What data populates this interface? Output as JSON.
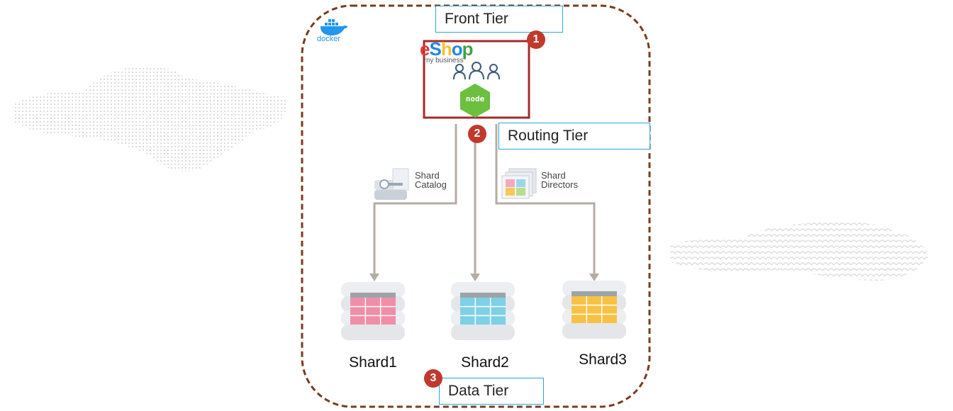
{
  "platform": {
    "logo_text": "docker"
  },
  "app": {
    "logo_parts": [
      "e",
      "S",
      "h",
      "o",
      "p"
    ],
    "tagline": "my business",
    "runtime_label": "node"
  },
  "tiers": {
    "front": "Front Tier",
    "routing": "Routing Tier",
    "data": "Data Tier"
  },
  "badges": [
    "1",
    "2",
    "3"
  ],
  "components": {
    "catalog": {
      "line1": "Shard",
      "line2": "Catalog"
    },
    "directors": {
      "line1": "Shard",
      "line2": "Directors"
    }
  },
  "shards": [
    {
      "label": "Shard1",
      "color": "#f08ea8"
    },
    {
      "label": "Shard2",
      "color": "#7fd0e6"
    },
    {
      "label": "Shard3",
      "color": "#f7c244"
    }
  ],
  "colors": {
    "container_border": "#7a3b1e",
    "app_box_border": "#a52a2a",
    "tier_border": "#2aa6d9",
    "connector": "#b5aca4",
    "badge": "#c0392b",
    "docker_blue": "#2496ed",
    "node_green": "#6cbf3f"
  }
}
